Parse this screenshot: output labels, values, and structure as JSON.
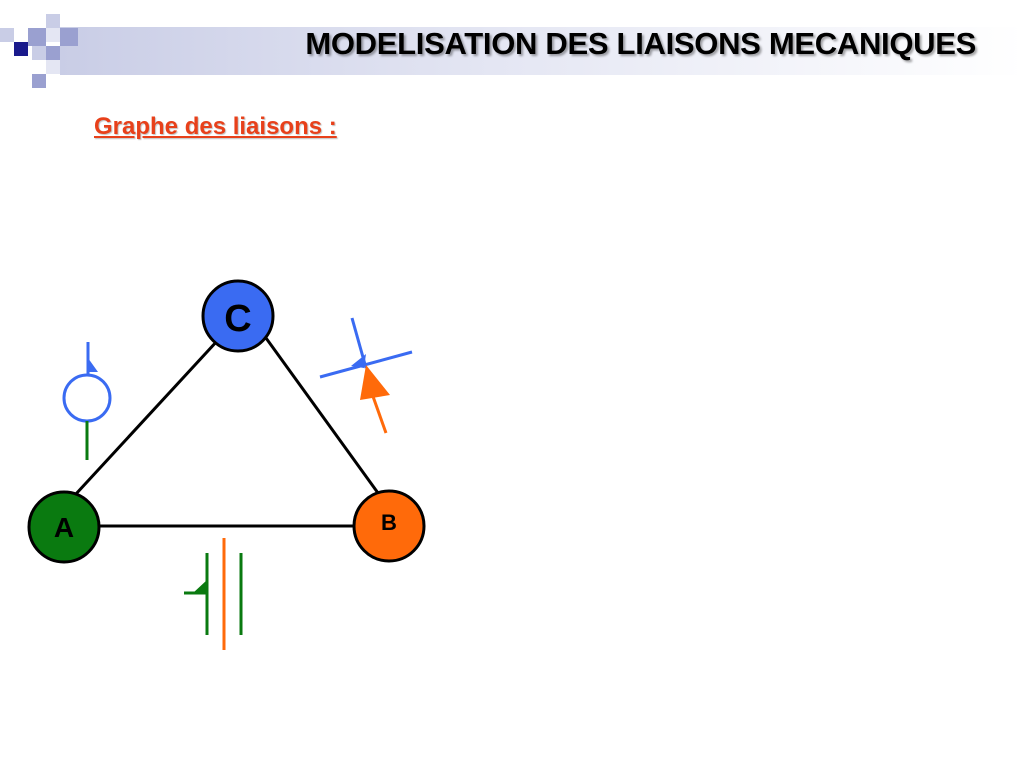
{
  "header": {
    "title": "MODELISATION DES LIAISONS MECANIQUES"
  },
  "section": {
    "heading": "Graphe des liaisons :"
  },
  "graph": {
    "nodes": [
      {
        "label": "C",
        "color": "#3a6bf2"
      },
      {
        "label": "A",
        "color": "#0a7a10"
      },
      {
        "label": "B",
        "color": "#ff6a0a"
      }
    ]
  },
  "colors": {
    "accent_heading": "#e8401a",
    "header_gradient_start": "#c9cde6",
    "logo_dark": "#1a1a8c",
    "logo_light": "#9aa0d0",
    "edge": "#000000"
  },
  "icons": [
    "ball-joint-symbol",
    "planar-contact-symbol",
    "slide-pivot-symbol"
  ]
}
